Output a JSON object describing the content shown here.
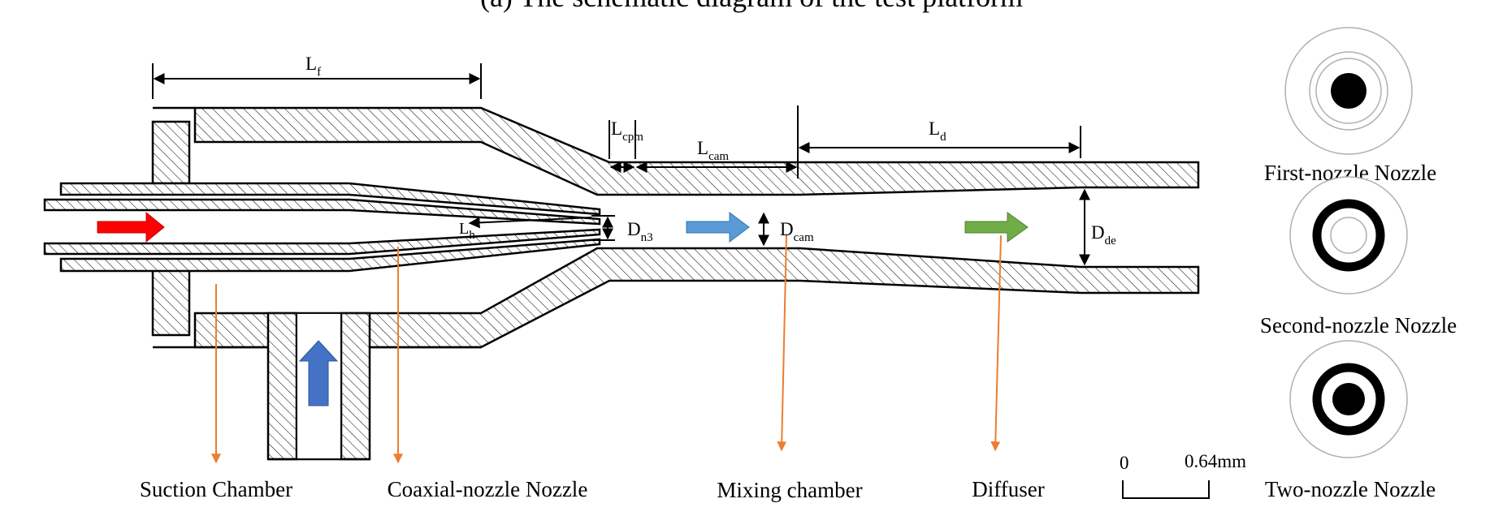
{
  "title": "(a)   The schematic diagram of the test platform",
  "dimensions": {
    "Lf": {
      "main": "L",
      "sub": "f"
    },
    "Lcpm": {
      "main": "L",
      "sub": "cpm"
    },
    "Lcam": {
      "main": "L",
      "sub": "cam"
    },
    "Ld": {
      "main": "L",
      "sub": "d"
    },
    "Lh": {
      "main": "L",
      "sub": "h"
    },
    "Dn3": {
      "main": "D",
      "sub": "n3"
    },
    "Dcam": {
      "main": "D",
      "sub": "cam"
    },
    "Dde": {
      "main": "D",
      "sub": "de"
    }
  },
  "callouts": {
    "suction_chamber": "Suction Chamber",
    "coaxial_nozzle": "Coaxial-nozzle Nozzle",
    "mixing_chamber": "Mixing chamber",
    "diffuser": "Diffuser"
  },
  "nozzle_types": [
    {
      "label": "First-nozzle Nozzle"
    },
    {
      "label": "Second-nozzle Nozzle"
    },
    {
      "label": "Two-nozzle Nozzle"
    }
  ],
  "scale_bar": {
    "start": "0",
    "end": "0.64mm"
  },
  "colors": {
    "primary_inlet_arrow": "#ff0000",
    "secondary_inlet_arrow": "#4472c4",
    "mixing_arrow": "#5b9bd5",
    "diffuser_arrow": "#70ad47",
    "callout_line": "#ed7d31"
  }
}
